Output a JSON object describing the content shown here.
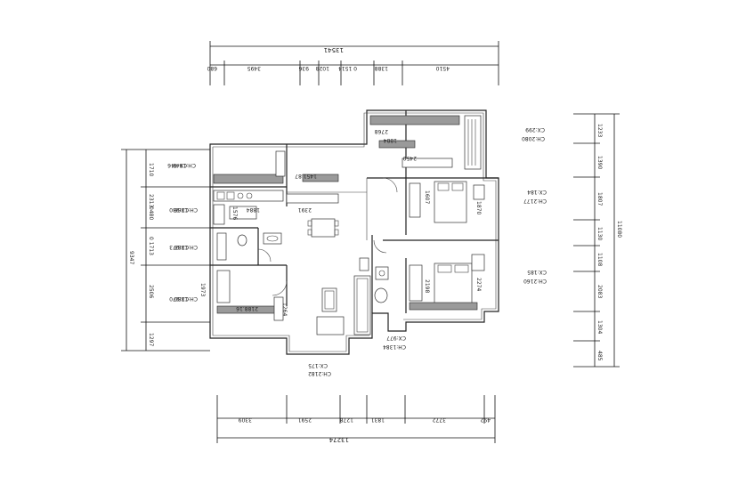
{
  "top_dims": {
    "overall": "13541",
    "segments": [
      "680",
      "3495",
      "936",
      "1028",
      "0 1514",
      "1388",
      "4510"
    ]
  },
  "bottom_dims": {
    "overall": "13274",
    "segments": [
      "3309",
      "2591",
      "1278",
      "1831",
      "3772",
      "492"
    ]
  },
  "left_dims": {
    "overall": "9347",
    "segments": [
      "1710",
      "2313",
      "0 1713",
      "2506",
      "1297"
    ],
    "extra": "0480"
  },
  "right_dims": {
    "overall": "11080",
    "segments": [
      "1233",
      "1390",
      "1807",
      "1130",
      "1108",
      "2083",
      "1304",
      "485"
    ]
  },
  "room_labels": {
    "r1": [
      "CH:1948",
      "CX:446"
    ],
    "r2": [
      "CH:1366",
      "CX:980"
    ],
    "r3": [
      "CH:1383",
      "CX:973"
    ],
    "r4": [
      "CH:1380",
      "CX:970"
    ],
    "r5": [
      "CH:2080",
      "CX:299"
    ],
    "r6": [
      "CH:2177",
      "CX:184"
    ],
    "r7": [
      "CH:2160",
      "CX:185"
    ],
    "r8": [
      "CH:1384",
      "CX:977"
    ],
    "r9": [
      "CH:2182",
      "CX:175"
    ]
  },
  "inner_dims": [
    "2768",
    "1884",
    "2450",
    "1451.87",
    "1884",
    "2391",
    "1607",
    "1870",
    "2198",
    "2274",
    "2188.16",
    "1264",
    "1973",
    "1576"
  ]
}
